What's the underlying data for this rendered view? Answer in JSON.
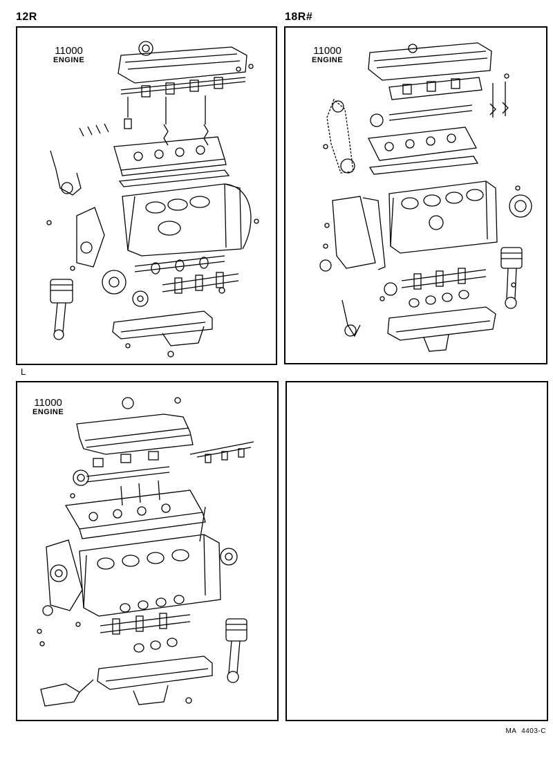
{
  "panels": [
    {
      "model": "12R",
      "part_number": "11000",
      "part_name": "ENGINE"
    },
    {
      "model": "18R#",
      "part_number": "11000",
      "part_name": "ENGINE"
    },
    {
      "model": "L",
      "part_number": "11000",
      "part_name": "ENGINE"
    },
    {
      "model": "",
      "part_number": "",
      "part_name": ""
    }
  ],
  "footer": {
    "prefix": "MA",
    "code": "4403-C"
  }
}
